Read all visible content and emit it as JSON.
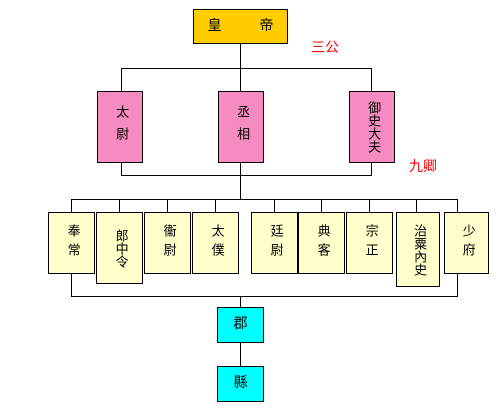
{
  "diagram": {
    "emperor": "皇　帝",
    "sangong_label": "三公",
    "jiuqing_label": "九卿",
    "sangong": [
      {
        "label": "太尉"
      },
      {
        "label": "丞相"
      },
      {
        "label": "御史大夫"
      }
    ],
    "jiuqing": [
      {
        "label": "奉常"
      },
      {
        "label": "郎中令"
      },
      {
        "label": "衞尉"
      },
      {
        "label": "太僕"
      },
      {
        "label": "廷尉"
      },
      {
        "label": "典客"
      },
      {
        "label": "宗正"
      },
      {
        "label": "治粟內史"
      },
      {
        "label": "少府"
      }
    ],
    "commandery": "郡",
    "county": "縣"
  },
  "colors": {
    "emperor": "#ffcc00",
    "sangong": "#f58bc0",
    "jiuqing": "#ffffcc",
    "local": "#00ffff",
    "group_label": "#ff0000"
  }
}
